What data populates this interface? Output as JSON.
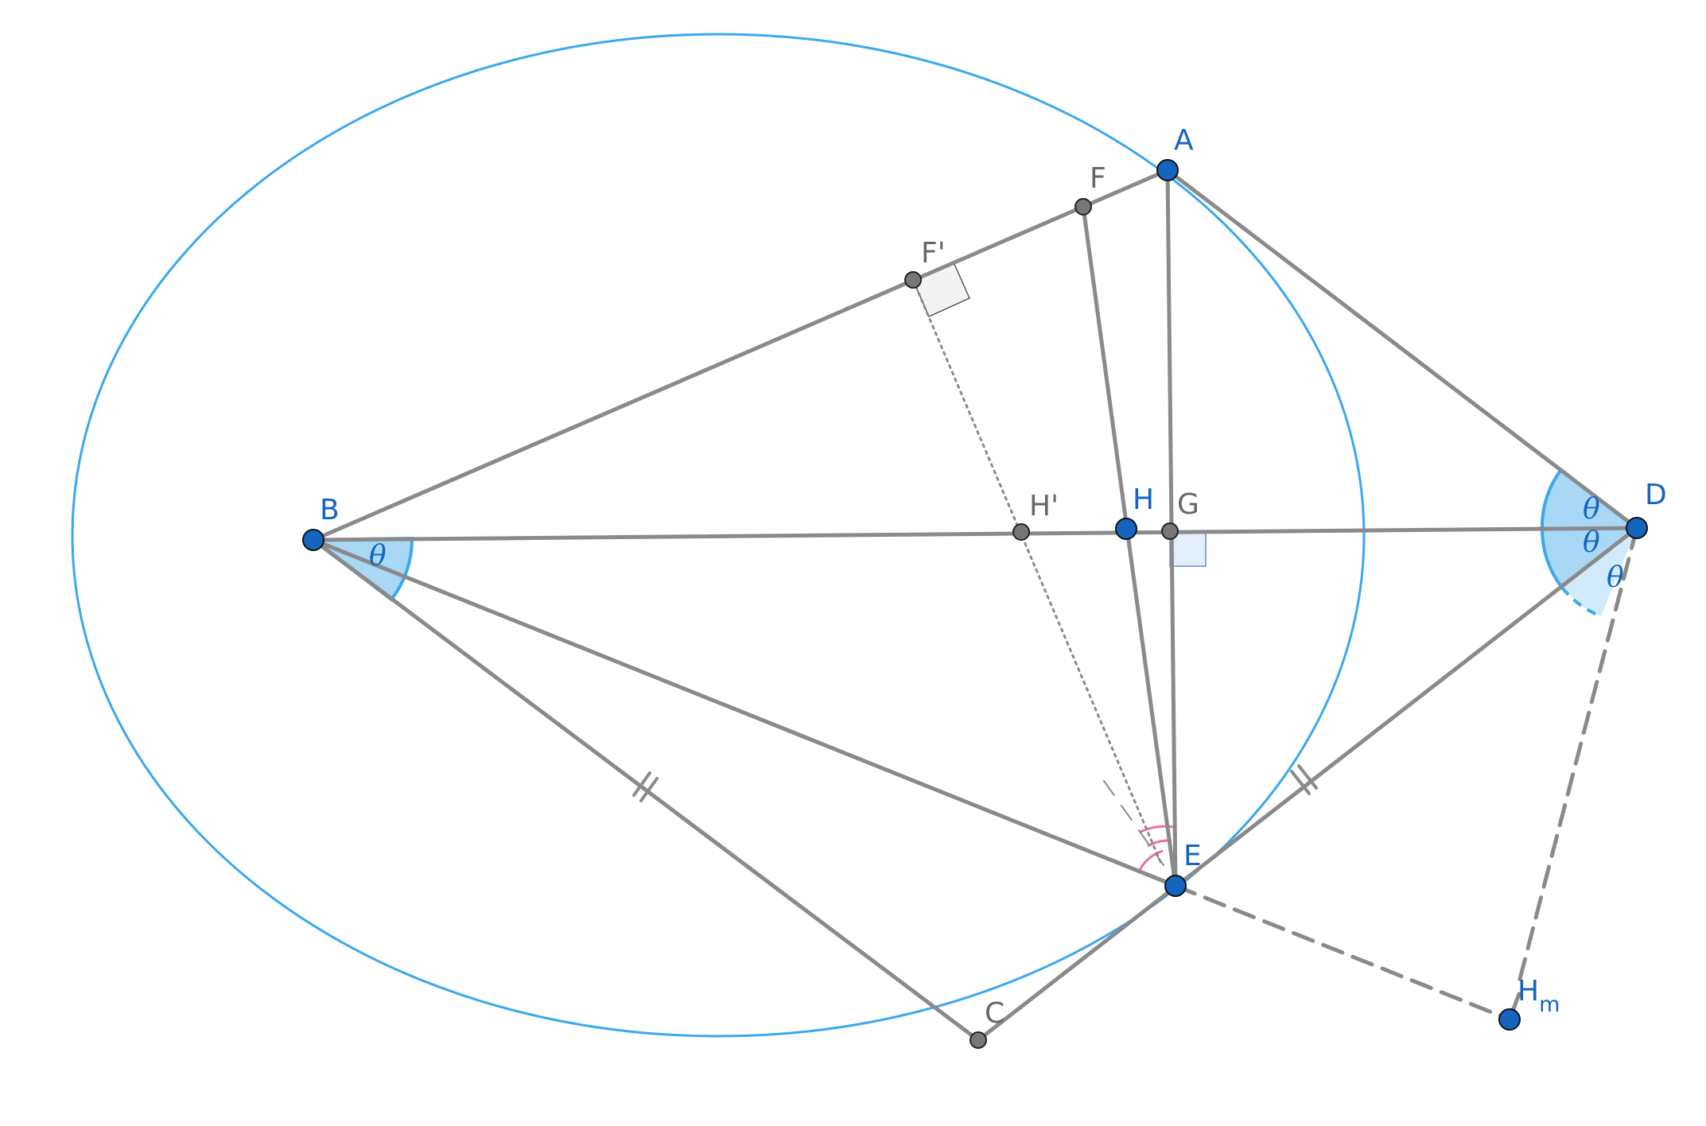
{
  "colors": {
    "segment": "#8a8a8a",
    "ellipse": "#3aa8ee",
    "blue_point": "#1565c0",
    "gray_point": "#777777",
    "blue_label": "#1565c0",
    "gray_label": "#666666",
    "angle_fill": "#a9d8f7",
    "angle_fill_light": "#d2ebfb",
    "angle_stroke": "#3aa8ee",
    "pink": "#ee6f95",
    "right_angle_fill": "#f3f3f3",
    "right_angle_blue_fill": "#e3eefb"
  },
  "points": {
    "A": "A",
    "B": "B",
    "C": "C",
    "D": "D",
    "E": "E",
    "F": "F",
    "F_prime": "F'",
    "G": "G",
    "H": "H",
    "H_prime": "H'",
    "H_m": "H",
    "H_m_sub": "m"
  },
  "angle_labels": {
    "B_theta": "θ",
    "D_theta_1": "θ",
    "D_theta_2": "θ",
    "D_theta_3": "θ"
  }
}
